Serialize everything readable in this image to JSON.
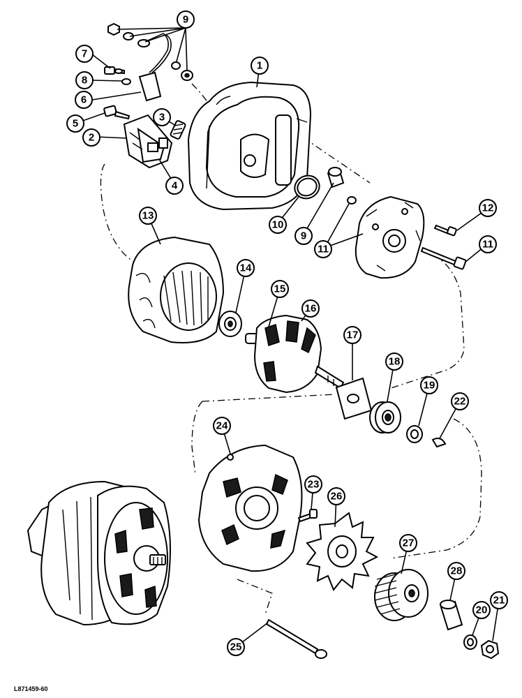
{
  "reference_code": "L871459-60",
  "callouts": [
    {
      "id": "c1",
      "label": "1"
    },
    {
      "id": "c2",
      "label": "2"
    },
    {
      "id": "c3",
      "label": "3"
    },
    {
      "id": "c4",
      "label": "4"
    },
    {
      "id": "c5",
      "label": "5"
    },
    {
      "id": "c6",
      "label": "6"
    },
    {
      "id": "c7",
      "label": "7"
    },
    {
      "id": "c8",
      "label": "8"
    },
    {
      "id": "c9a",
      "label": "9"
    },
    {
      "id": "c9b",
      "label": "9"
    },
    {
      "id": "c10",
      "label": "10"
    },
    {
      "id": "c11a",
      "label": "11"
    },
    {
      "id": "c11b",
      "label": "11"
    },
    {
      "id": "c12",
      "label": "12"
    },
    {
      "id": "c13",
      "label": "13"
    },
    {
      "id": "c14",
      "label": "14"
    },
    {
      "id": "c15",
      "label": "15"
    },
    {
      "id": "c16",
      "label": "16"
    },
    {
      "id": "c17",
      "label": "17"
    },
    {
      "id": "c18",
      "label": "18"
    },
    {
      "id": "c19",
      "label": "19"
    },
    {
      "id": "c20",
      "label": "20"
    },
    {
      "id": "c21",
      "label": "21"
    },
    {
      "id": "c22",
      "label": "22"
    },
    {
      "id": "c23",
      "label": "23"
    },
    {
      "id": "c24",
      "label": "24"
    },
    {
      "id": "c25",
      "label": "25"
    },
    {
      "id": "c26",
      "label": "26"
    },
    {
      "id": "c27",
      "label": "27"
    },
    {
      "id": "c28",
      "label": "28"
    }
  ]
}
